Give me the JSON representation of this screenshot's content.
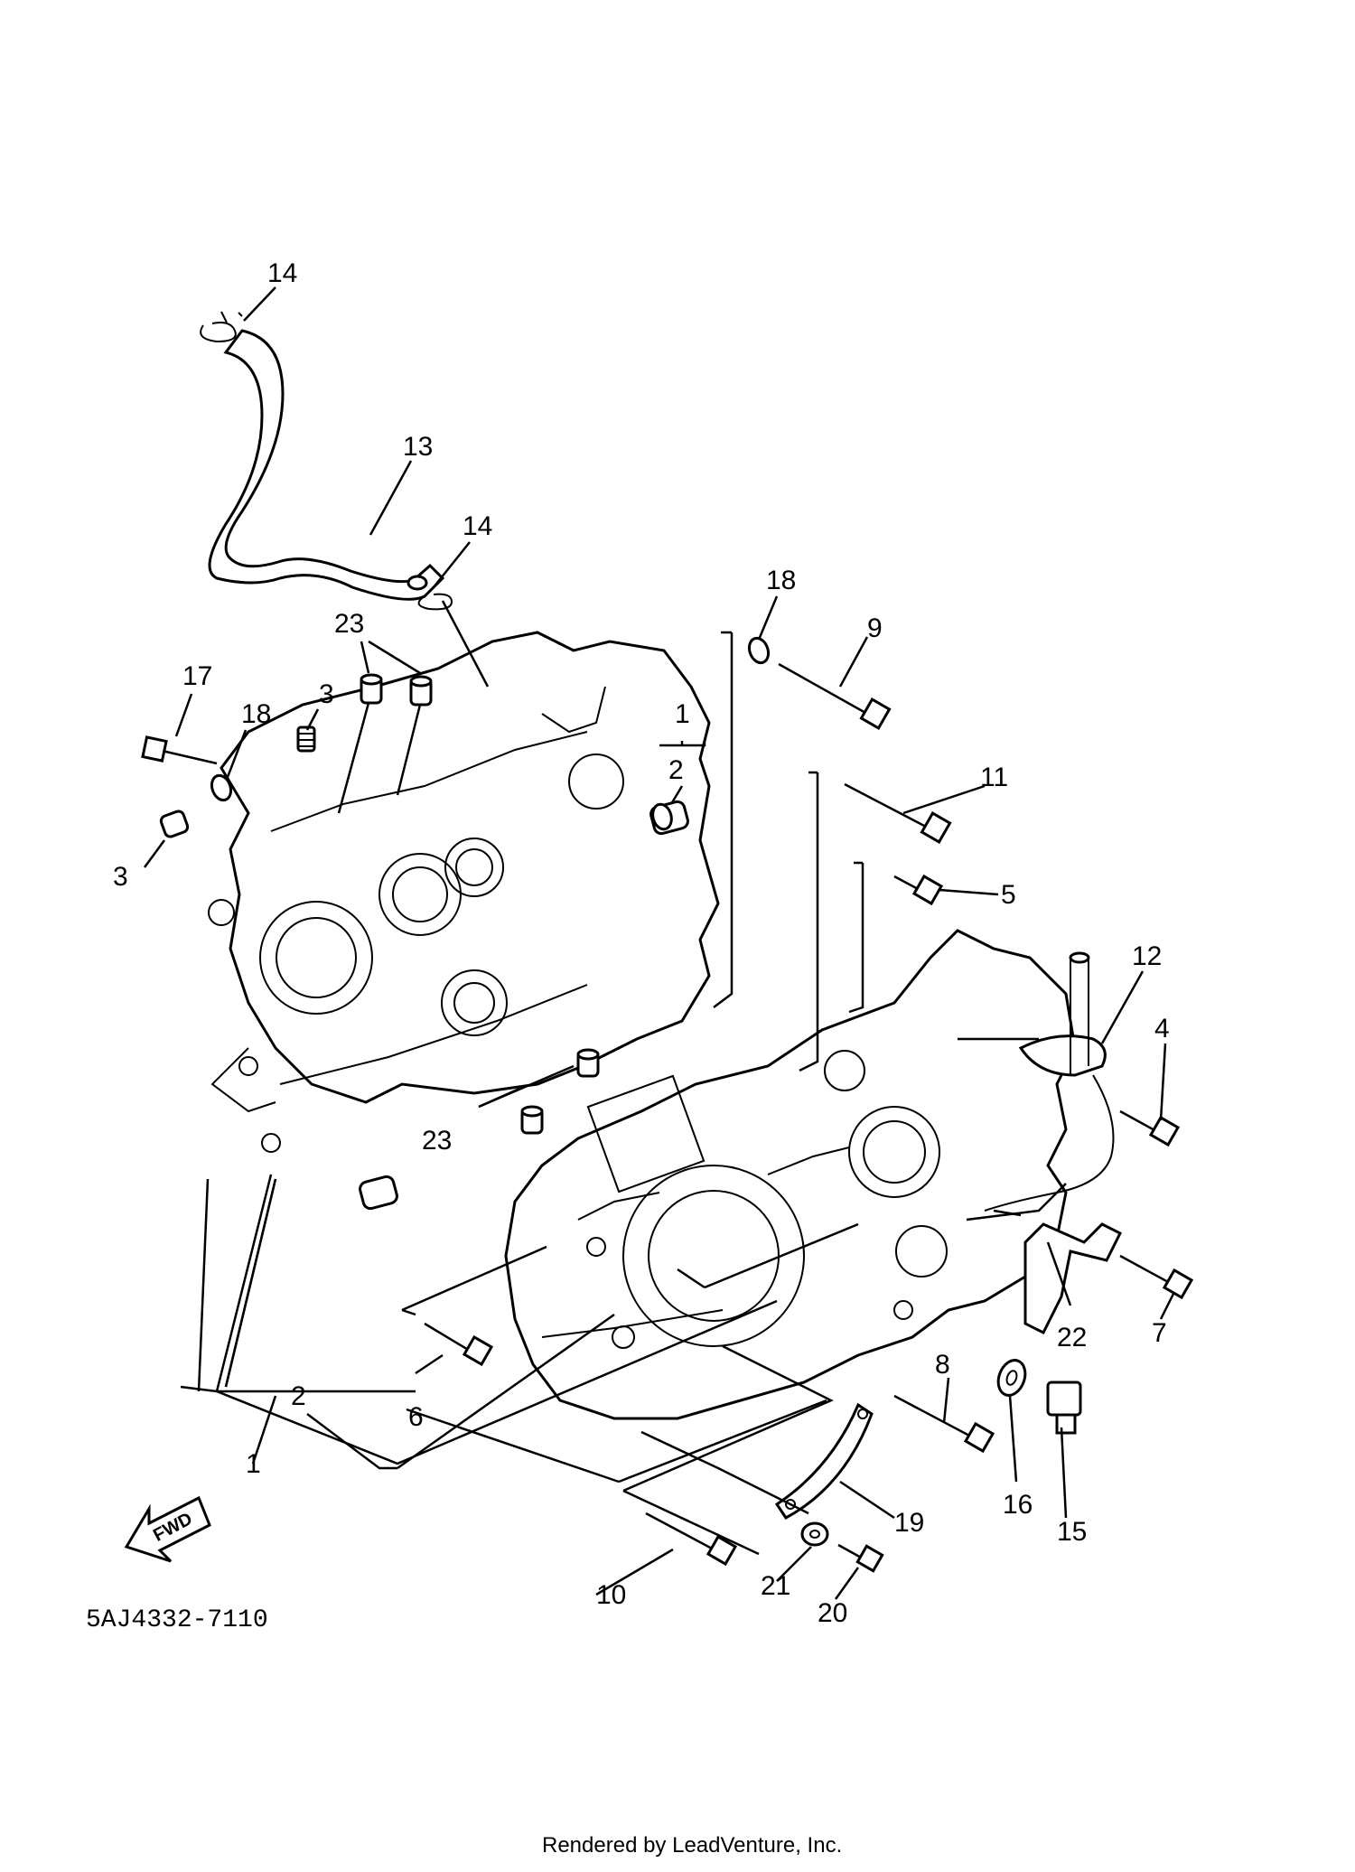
{
  "callouts": [
    {
      "id": "c14a",
      "text": "14"
    },
    {
      "id": "c13",
      "text": "13"
    },
    {
      "id": "c14b",
      "text": "14"
    },
    {
      "id": "c23a",
      "text": "23"
    },
    {
      "id": "c17",
      "text": "17"
    },
    {
      "id": "c18a",
      "text": "18"
    },
    {
      "id": "c3a",
      "text": "3"
    },
    {
      "id": "c3b",
      "text": "3"
    },
    {
      "id": "c1a",
      "text": "1"
    },
    {
      "id": "c2a",
      "text": "2"
    },
    {
      "id": "c18b",
      "text": "18"
    },
    {
      "id": "c9",
      "text": "9"
    },
    {
      "id": "c11",
      "text": "11"
    },
    {
      "id": "c5",
      "text": "5"
    },
    {
      "id": "c12",
      "text": "12"
    },
    {
      "id": "c4",
      "text": "4"
    },
    {
      "id": "c23b",
      "text": "23"
    },
    {
      "id": "c22",
      "text": "22"
    },
    {
      "id": "c7",
      "text": "7"
    },
    {
      "id": "c8",
      "text": "8"
    },
    {
      "id": "c6",
      "text": "6"
    },
    {
      "id": "c2b",
      "text": "2"
    },
    {
      "id": "c1b",
      "text": "1"
    },
    {
      "id": "c16",
      "text": "16"
    },
    {
      "id": "c15",
      "text": "15"
    },
    {
      "id": "c19",
      "text": "19"
    },
    {
      "id": "c10",
      "text": "10"
    },
    {
      "id": "c21",
      "text": "21"
    },
    {
      "id": "c20",
      "text": "20"
    }
  ],
  "fwd_label": "FWD",
  "diagram_code": "5AJ4332-7110",
  "footer": "Rendered by LeadVenture, Inc."
}
